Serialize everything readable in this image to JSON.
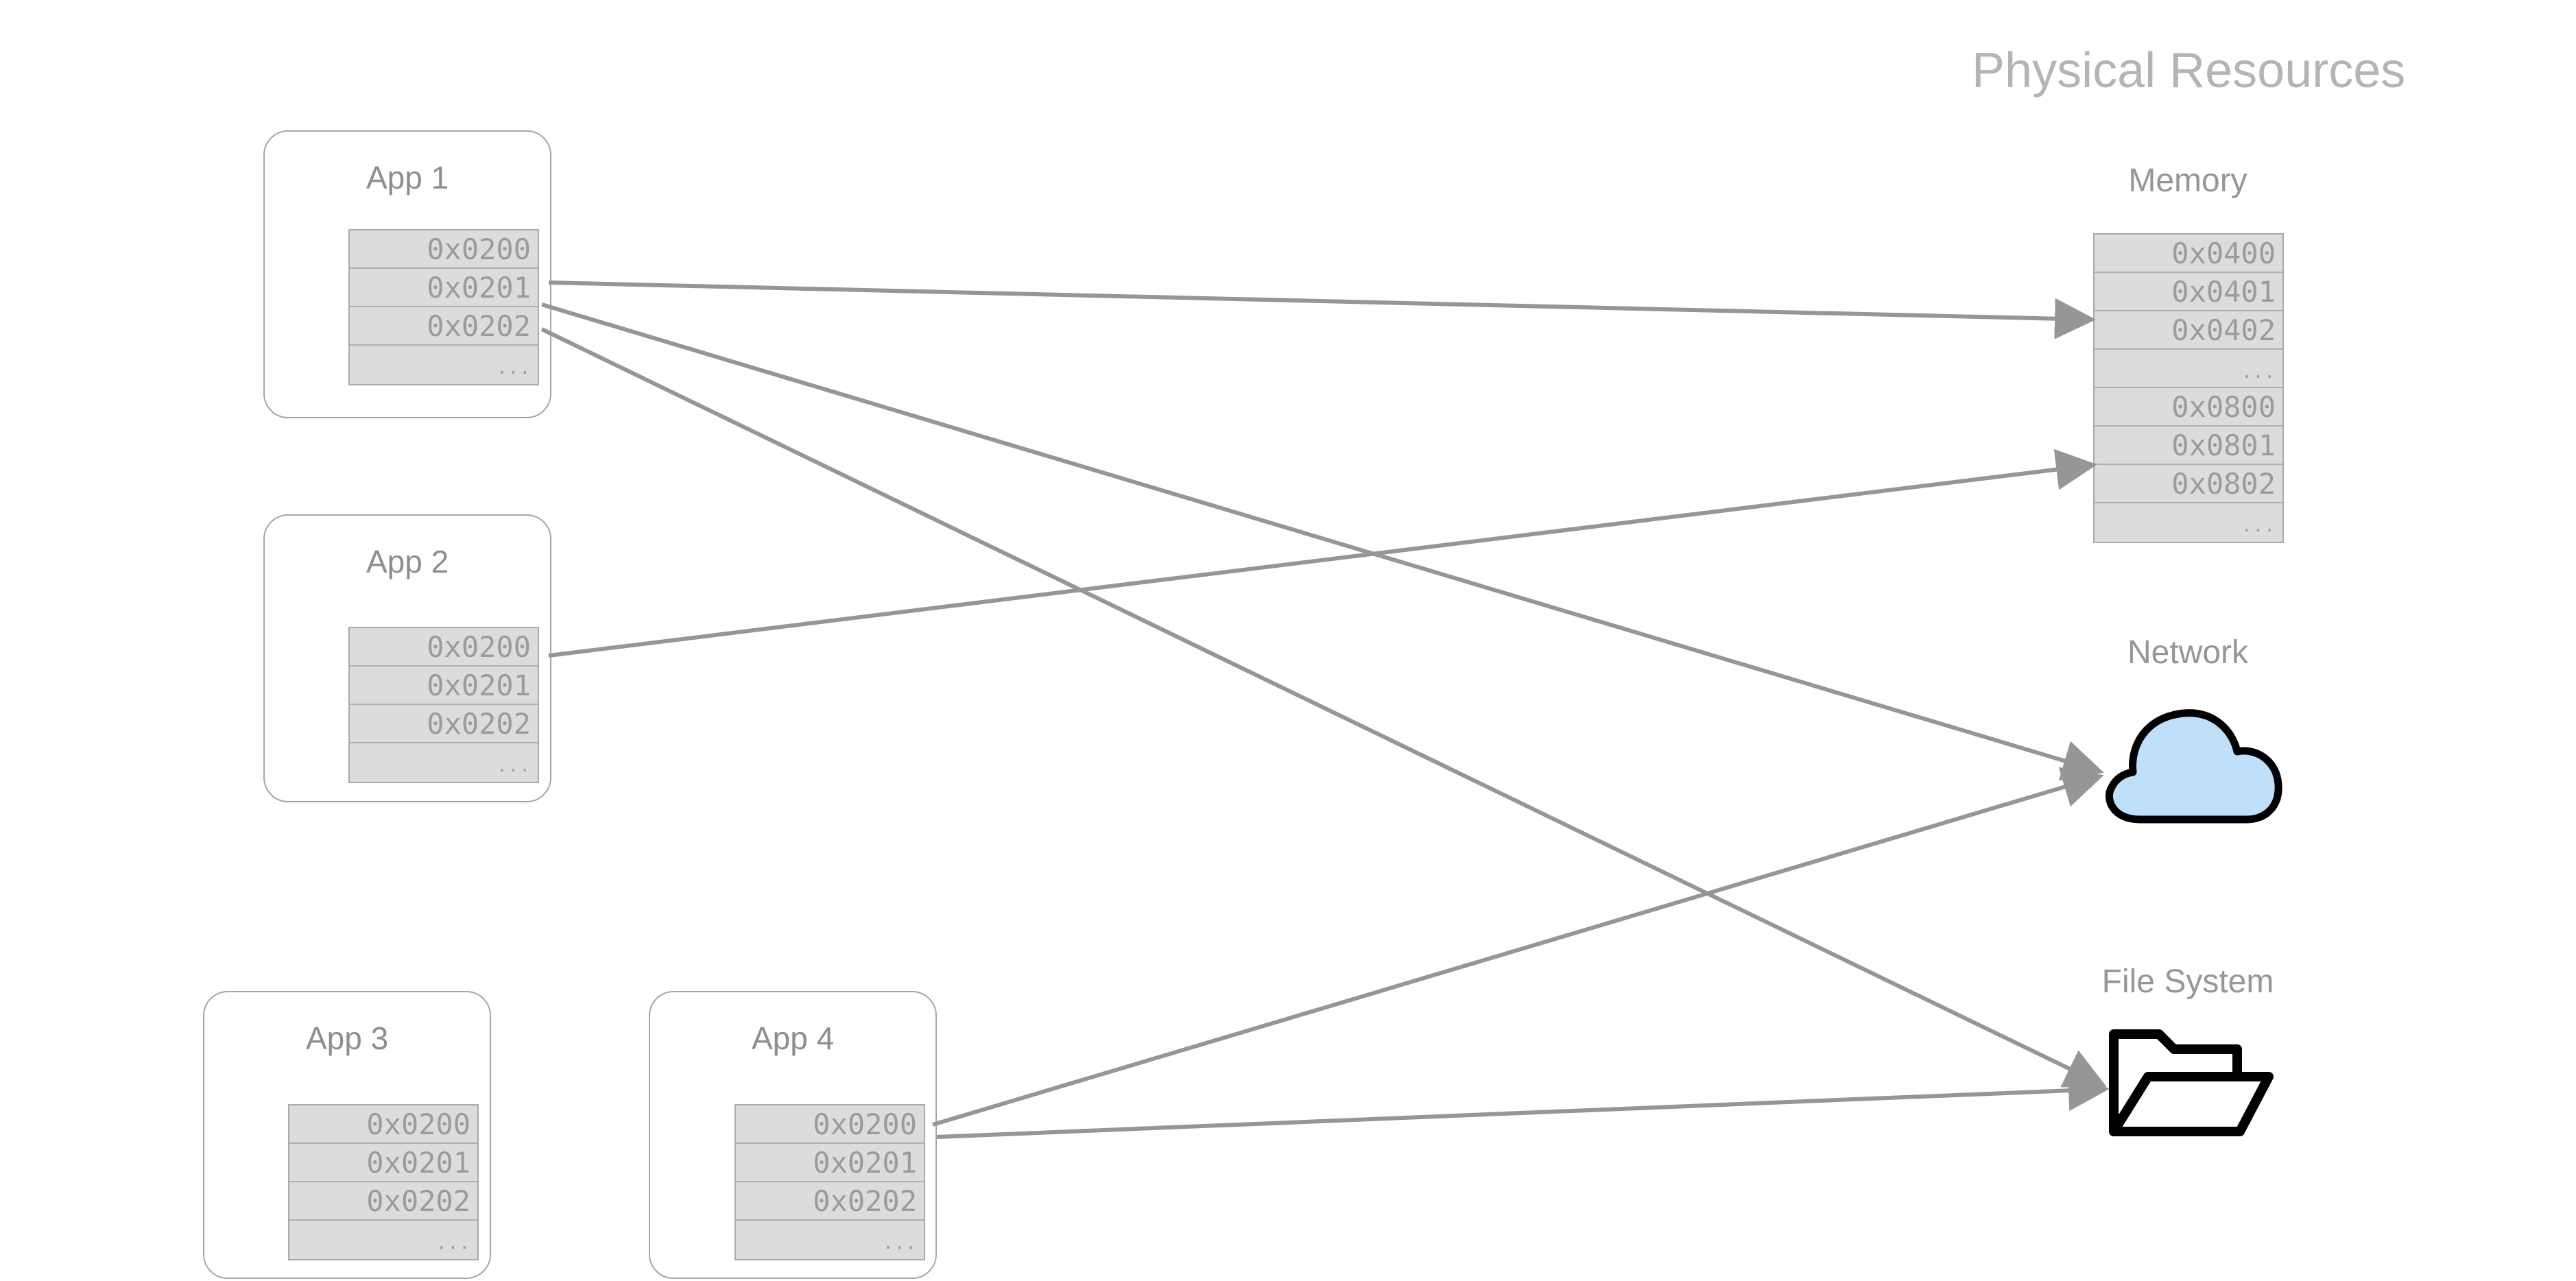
{
  "title": "Physical Resources",
  "apps": [
    {
      "label": "App 1",
      "addresses": [
        "0x0200",
        "0x0201",
        "0x0202",
        "..."
      ]
    },
    {
      "label": "App 2",
      "addresses": [
        "0x0200",
        "0x0201",
        "0x0202",
        "..."
      ]
    },
    {
      "label": "App 3",
      "addresses": [
        "0x0200",
        "0x0201",
        "0x0202",
        "..."
      ]
    },
    {
      "label": "App 4",
      "addresses": [
        "0x0200",
        "0x0201",
        "0x0202",
        "..."
      ]
    }
  ],
  "resources": {
    "memory": {
      "label": "Memory",
      "addresses": [
        "0x0400",
        "0x0401",
        "0x0402",
        "...",
        "0x0800",
        "0x0801",
        "0x0802",
        "..."
      ]
    },
    "network": {
      "label": "Network",
      "icon": "cloud-icon",
      "fill_color": "#bfe0fb"
    },
    "file_system": {
      "label": "File System",
      "icon": "open-folder-icon"
    }
  },
  "colors": {
    "arrow": "#969696",
    "box_border": "#a6a6a6",
    "cell_fill": "#dcdcdc"
  }
}
